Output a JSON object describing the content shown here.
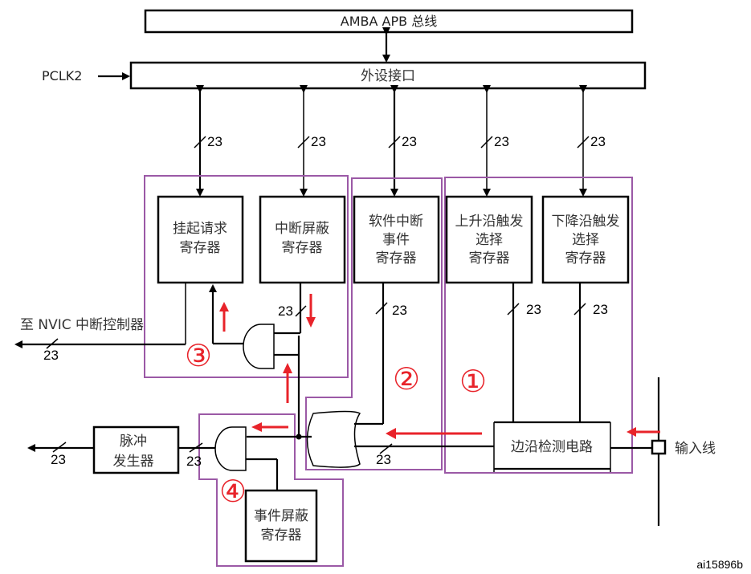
{
  "title": "EXTI block diagram",
  "bus": {
    "label": "AMBA APB 总线"
  },
  "peripheral_interface": {
    "label": "外设接口"
  },
  "clock": {
    "label": "PCLK2"
  },
  "registers": {
    "pending": {
      "line1": "挂起请求",
      "line2": "寄存器"
    },
    "interrupt_mask": {
      "line1": "中断屏蔽",
      "line2": "寄存器"
    },
    "software_interrupt": {
      "line1": "软件中断",
      "line2": "事件",
      "line3": "寄存器"
    },
    "rising_trigger": {
      "line1": "上升沿触发",
      "line2": "选择",
      "line3": "寄存器"
    },
    "falling_trigger": {
      "line1": "下降沿触发",
      "line2": "选择",
      "line3": "寄存器"
    },
    "event_mask": {
      "line1": "事件屏蔽",
      "line2": "寄存器"
    }
  },
  "edge_detect": {
    "label": "边沿检测电路"
  },
  "pulse_generator": {
    "line1": "脉冲",
    "line2": "发生器"
  },
  "nvic": {
    "label": "至 NVIC 中断控制器"
  },
  "input_line": {
    "label": "输入线"
  },
  "bus_width": "23",
  "stage_markers": {
    "one": "①",
    "two": "②",
    "three": "③",
    "four": "④"
  },
  "figure_id": "ai15896b",
  "colors": {
    "group_outline": "#9b59a6",
    "flow_arrow": "#e8232a"
  }
}
